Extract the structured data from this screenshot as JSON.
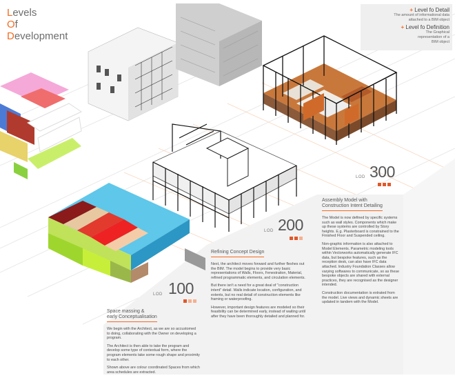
{
  "title": {
    "line1_cap": "L",
    "line1_rest": "evels",
    "line2_cap": "O",
    "line2_rest": "f",
    "line3_cap": "D",
    "line3_rest": "evelopment"
  },
  "legend": {
    "item1_head": "Level fo Detail",
    "item1_desc": [
      "The amount of informational data",
      "attached to a BIM object"
    ],
    "item2_head": "Level fo Definition",
    "item2_desc": [
      "The Graphical",
      "representation of a",
      "BIM object"
    ]
  },
  "lod_word": "LOD",
  "lod100": {
    "number": "100"
  },
  "lod200": {
    "number": "200"
  },
  "lod300": {
    "number": "300"
  },
  "panel100": {
    "heading_line1": "Space massing &",
    "heading_line2": "early Conceptualisation",
    "p1": "We begin with the Architect, as we are so accustomed to doing, collaborating with the Owner on developing a program.",
    "p2": "The Architect is then able to take the program and develop some type of contextual form, where the program elements take some rough shape and proximity to each other.",
    "p3": "Shown above are colour coordinated Spaces from which area schedules are extracted."
  },
  "panel200": {
    "heading": "Refining Concept Design",
    "p1": "Next, the architect moves forward and further fleshes out the BIM. The model begins to provide very basic representations of Walls, Floors, Fenestration, Material, refined programmatic elements, and circulation elements.",
    "p2": "But there isn't a need for a great deal of \"construction intent\" detail. Walls indicate location, configuration, and extents, but no real detail of construction elements like framing or waterproofing.",
    "p3": "However, important design features are modeled so their feasibility can be determined early, instead of waiting until after they have been thoroughly detailed and planned for."
  },
  "panel300": {
    "heading_line1": "Assembly Model with",
    "heading_line2": "Construction Intent Detailing",
    "p1": "The Model is now defined by specific systems such as wall styles. Components which make up these systems are controlled by Story heights. E.g. Plasterboard is constrained to the Finished Floor and Suspended ceiling.",
    "p2": "Non-graphic information is also attached to Model Elements. Parametric modeling tools within Vectorworks automatically generate IFC data, but bespoke features, such as the reception desk, can also have IFC data attached. Industry Foundation Classes allow varying softwares to communicate, so as these bespoke objects are shared with external practices, they are recognised as the designer intended.",
    "p3": "Construction documentation is extrated from the model. Live views and dynamic sheets are updated in tandem with the Model."
  },
  "colors": {
    "accent": "#f26a21",
    "panel": "#f2f2f2",
    "text": "#555555",
    "square_dark": "#e0582a",
    "square_light": "#f6b08f"
  }
}
